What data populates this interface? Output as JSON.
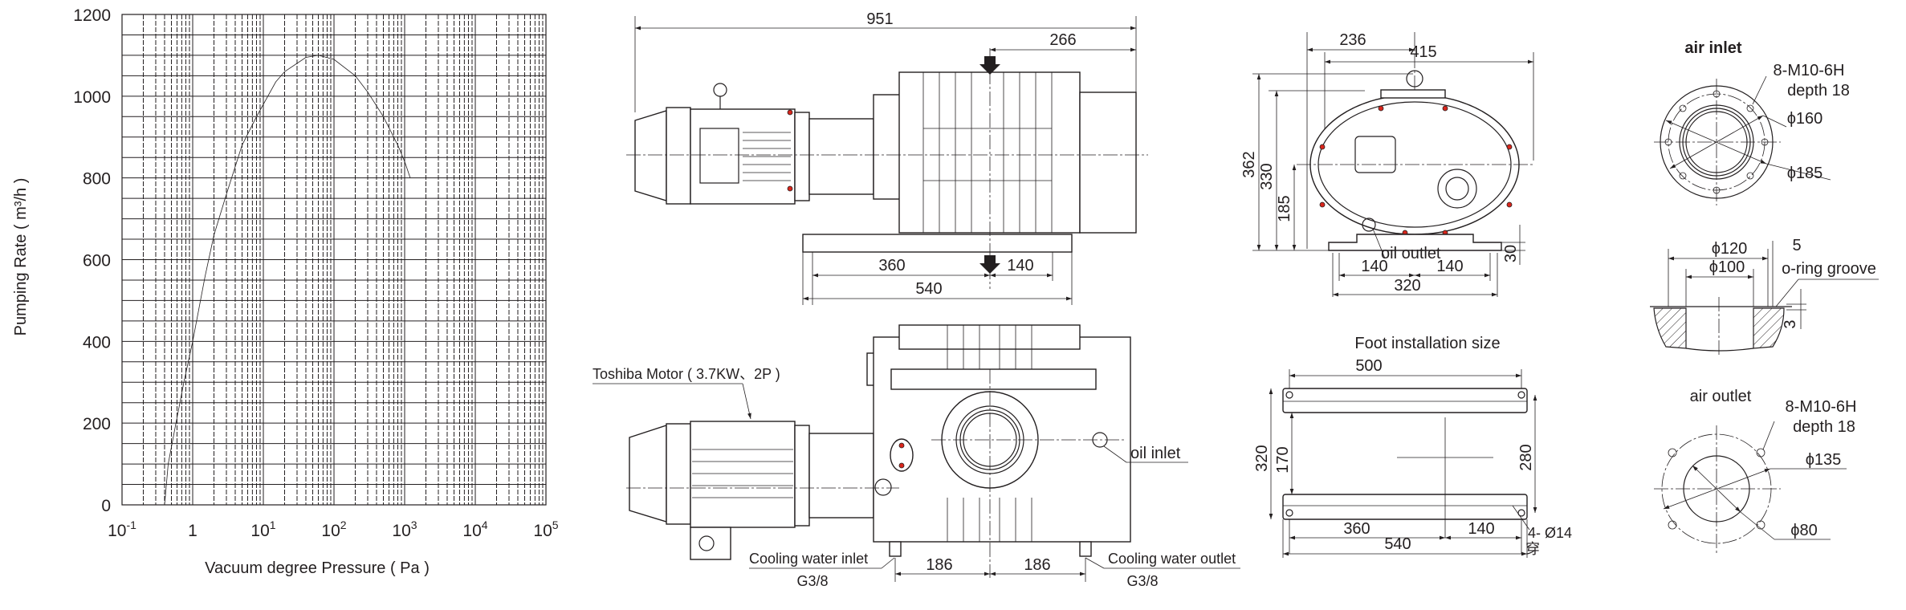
{
  "chart_data": {
    "type": "line",
    "title": "",
    "xlabel": "Vacuum degree Pressure ( Pa )",
    "ylabel": "Pumping Rate ( m³/h )",
    "xscale": "log",
    "xlim": [
      0.1,
      100000
    ],
    "ylim": [
      0,
      1200
    ],
    "grid": true,
    "x_tick_labels": [
      {
        "base": "10",
        "exp": "-1"
      },
      {
        "base": "1",
        "exp": ""
      },
      {
        "base": "10",
        "exp": "1"
      },
      {
        "base": "10",
        "exp": "2"
      },
      {
        "base": "10",
        "exp": "3"
      },
      {
        "base": "10",
        "exp": "4"
      },
      {
        "base": "10",
        "exp": "5"
      }
    ],
    "y_tick_labels": [
      "0",
      "200",
      "400",
      "600",
      "800",
      "1000",
      "1200"
    ],
    "series": [
      {
        "name": "Pumping Rate",
        "x": [
          0.4,
          0.45,
          0.55,
          0.75,
          1,
          1.5,
          2,
          3,
          5,
          8,
          10,
          15,
          20,
          40,
          60,
          100,
          200,
          300,
          500,
          800,
          1000,
          1200
        ],
        "y": [
          0,
          100,
          180,
          300,
          400,
          560,
          660,
          760,
          880,
          950,
          980,
          1035,
          1060,
          1095,
          1100,
          1090,
          1050,
          1010,
          950,
          880,
          840,
          800
        ]
      }
    ]
  },
  "side_view": {
    "dim_overall": "951",
    "dim_inlet_offset": "266",
    "dim_foot_a": "360",
    "dim_foot_b": "140",
    "dim_foot_total": "540"
  },
  "top_view": {
    "motor_label": "Toshiba Motor ( 3.7KW、2P )",
    "oil_inlet": "oil inlet",
    "cooling_inlet": "Cooling water inlet",
    "cooling_inlet_thread": "G3/8",
    "cooling_outlet": "Cooling water outlet",
    "cooling_outlet_thread": "G3/8",
    "dim_left": "186",
    "dim_right": "186"
  },
  "front_view": {
    "dim_236": "236",
    "dim_415": "415",
    "dim_362": "362",
    "dim_330": "330",
    "dim_185": "185",
    "dim_30": "30",
    "oil_outlet": "oil outlet",
    "dim_140_left": "140",
    "dim_140_right": "140",
    "dim_320": "320"
  },
  "foot": {
    "title": "Foot installation size",
    "dim_500": "500",
    "dim_320": "320",
    "dim_170": "170",
    "dim_280": "280",
    "dim_360": "360",
    "dim_140": "140",
    "dim_540": "540",
    "hole_note": "4- Ø14",
    "hole_note_2": "穿"
  },
  "air_inlet": {
    "title": "air inlet",
    "thread": "8-M10-6H",
    "depth": "depth 18",
    "d_inner": "ϕ160",
    "d_outer": "ϕ185"
  },
  "groove": {
    "d120": "ϕ120",
    "w5": "5",
    "d100": "ϕ100",
    "label": "o-ring groove",
    "h3": "3"
  },
  "air_outlet": {
    "title": "air outlet",
    "thread": "8-M10-6H",
    "depth": "depth 18",
    "d135": "ϕ135",
    "d80": "ϕ80"
  }
}
